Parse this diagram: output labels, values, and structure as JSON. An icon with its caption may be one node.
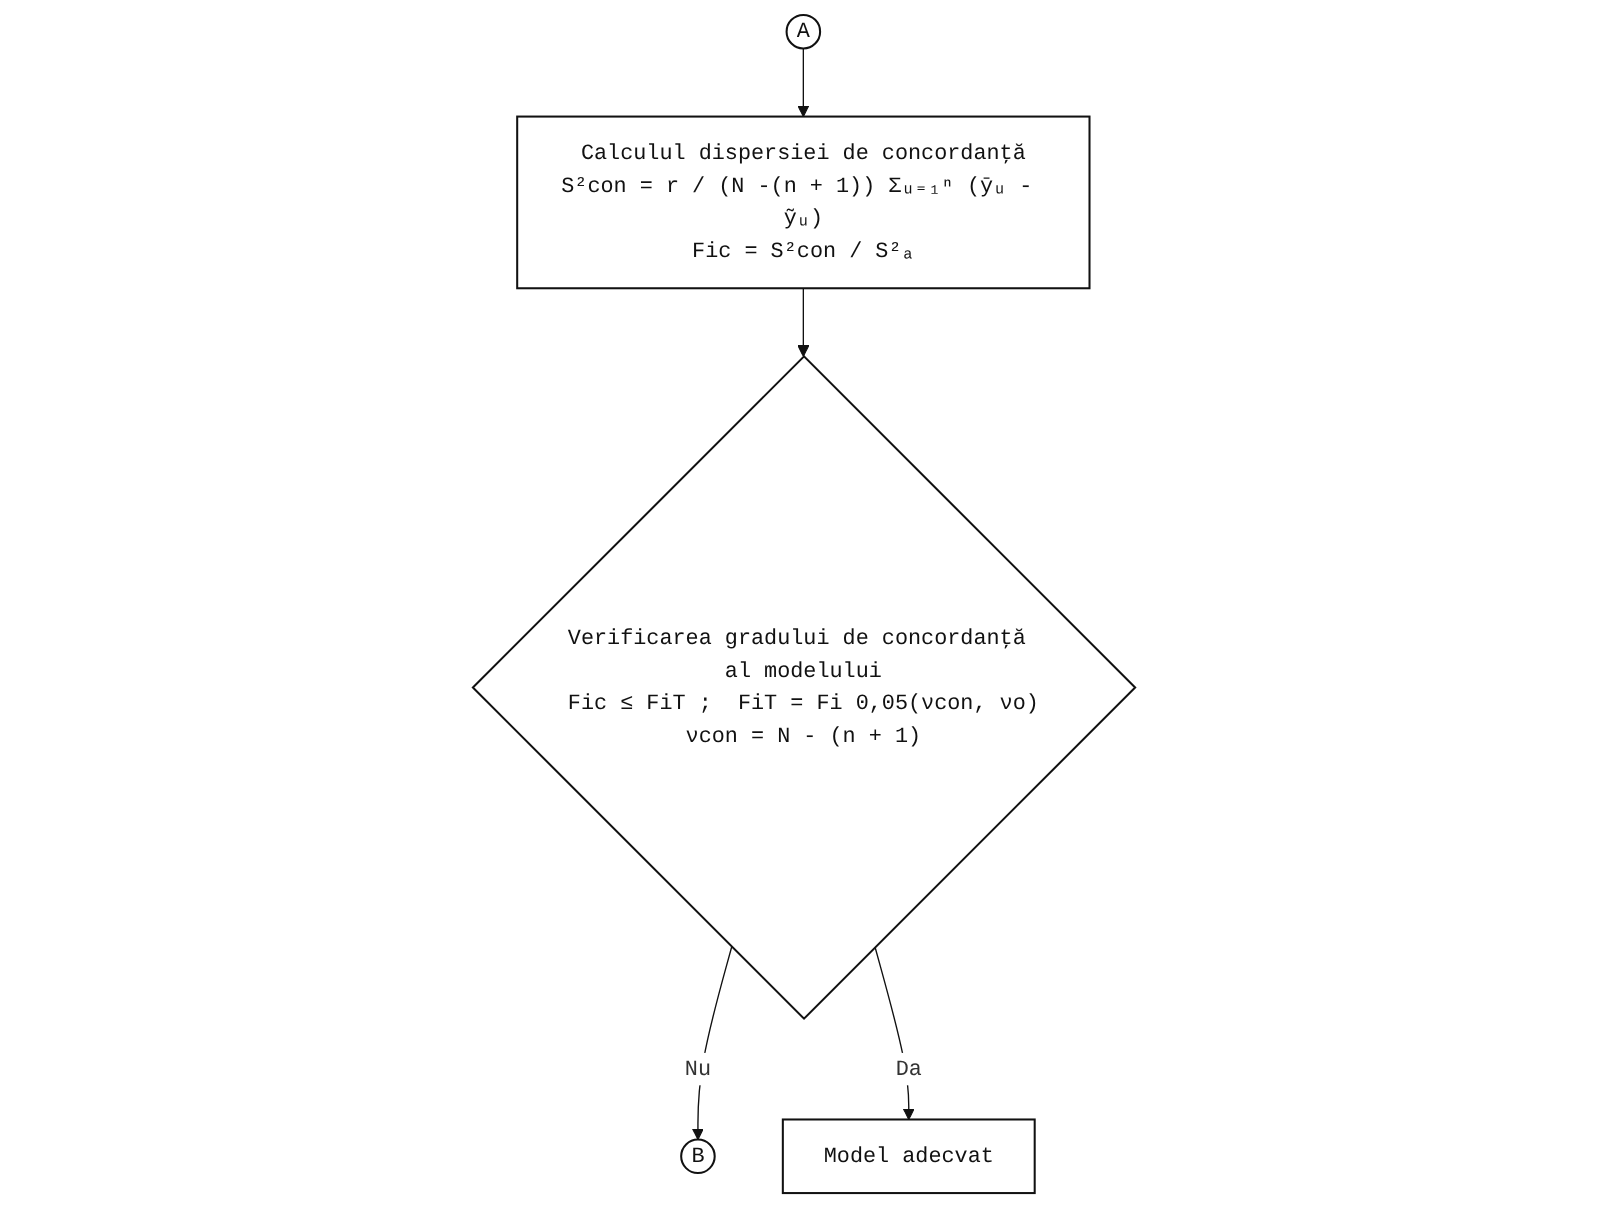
{
  "diagram": {
    "nodes": [
      {
        "text": [
          "A"
        ]
      },
      {
        "text": [
          "Calculul dispersiei de concordanţă",
          "S²con = r / (N -(n + 1)) Σᵤ₌₁ⁿ (ȳᵤ - ỹᵤ)",
          "Fic = S²con / S²ₐ"
        ]
      },
      {
        "text": [
          "Verificarea gradului de concordanţă al modelului",
          "Fic ≤ FiT ;  FiT = Fi 0,05(νcon, νo)",
          "νcon = N - (n + 1)"
        ]
      },
      {
        "text": [
          "B"
        ]
      },
      {
        "text": [
          "Model adecvat"
        ]
      }
    ],
    "edges": [
      {
        "from": 0,
        "to": 1,
        "arrow": "to"
      },
      {
        "from": 1,
        "to": 2,
        "arrow": "to"
      },
      {
        "from": 2,
        "to": 3,
        "arrow": "to",
        "label": "Nu"
      },
      {
        "from": 2,
        "to": 4,
        "arrow": "to",
        "label": "Da"
      }
    ]
  }
}
